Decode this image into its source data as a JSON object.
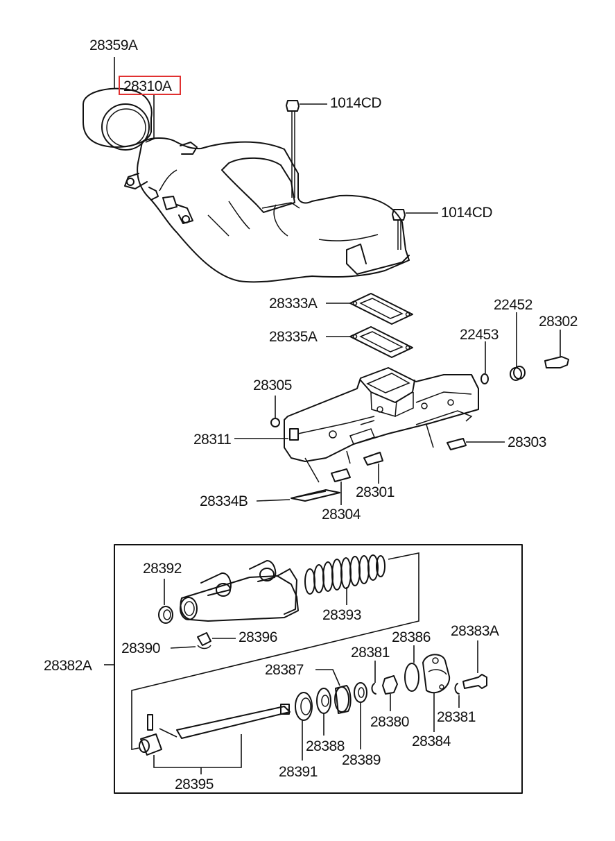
{
  "labels": {
    "p28359A": "28359A",
    "p28310A": "28310A",
    "p1014CD_top": "1014CD",
    "p1014CD_mid": "1014CD",
    "p28333A": "28333A",
    "p28335A": "28335A",
    "p22452": "22452",
    "p22453": "22453",
    "p28302": "28302",
    "p28305": "28305",
    "p28311": "28311",
    "p28303": "28303",
    "p28301": "28301",
    "p28334B": "28334B",
    "p28304": "28304",
    "p28392": "28392",
    "p28393": "28393",
    "p28396": "28396",
    "p28390": "28390",
    "p28382A": "28382A",
    "p28386": "28386",
    "p28383A": "28383A",
    "p28381_top": "28381",
    "p28387": "28387",
    "p28380": "28380",
    "p28381_bot": "28381",
    "p28384": "28384",
    "p28388": "28388",
    "p28389": "28389",
    "p28391": "28391",
    "p28395": "28395"
  },
  "highlight_color": "#e03030"
}
